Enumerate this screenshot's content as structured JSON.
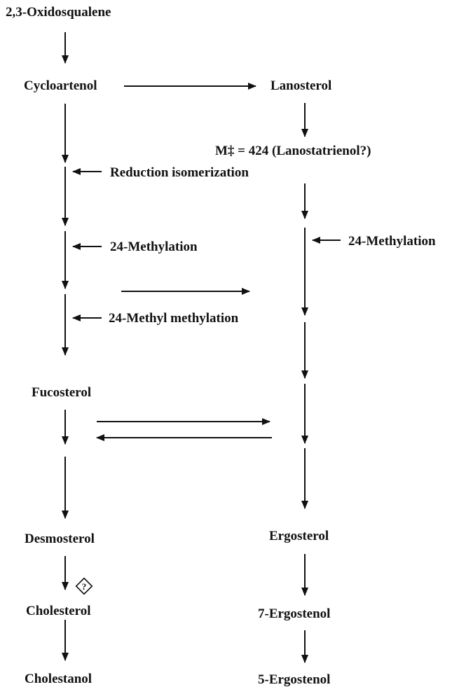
{
  "diagram": {
    "compounds": {
      "oxidosqualene": "2,3-Oxidosqualene",
      "cycloartenol": "Cycloartenol",
      "lanosterol": "Lanosterol",
      "m424": "M‡ = 424 (Lanostatrienol?)",
      "fucosterol": "Fucosterol",
      "desmosterol": "Desmosterol",
      "ergosterol": "Ergosterol",
      "cholesterol": "Cholesterol",
      "ergostenol7": "7-Ergostenol",
      "cholestanol": "Cholestanol",
      "ergostenol5": "5-Ergostenol"
    },
    "steps": {
      "reduction_isomerization": "Reduction isomerization",
      "methylation_left": "24-Methylation",
      "methyl_methylation": "24-Methyl methylation",
      "methylation_right": "24-Methylation"
    },
    "uncertain_mark": "?"
  },
  "colors": {
    "ink": "#111111",
    "background": "#ffffff"
  }
}
